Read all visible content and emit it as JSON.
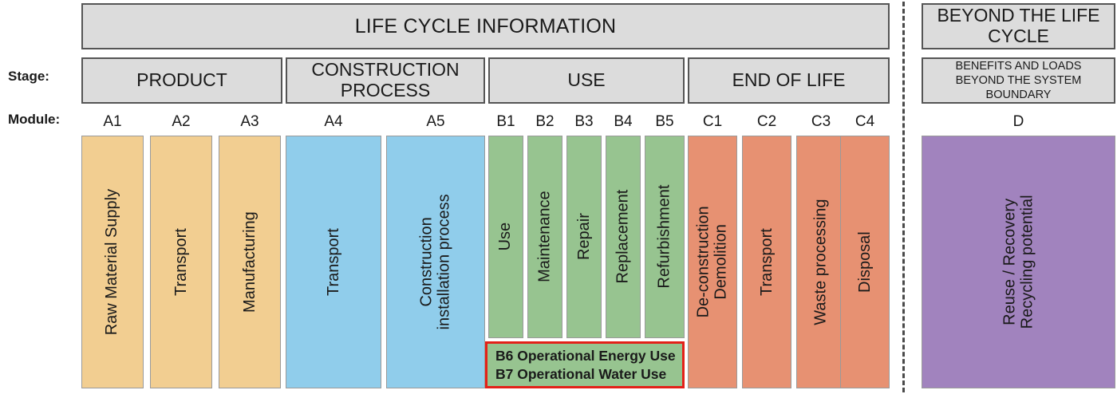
{
  "row_labels": {
    "stage": "Stage:",
    "module": "Module:"
  },
  "banners": {
    "life_cycle_information": "LIFE CYCLE INFORMATION",
    "beyond_the_life_cycle": "BEYOND THE LIFE CYCLE",
    "beyond_subtitle": "BENEFITS AND LOADS BEYOND THE SYSTEM BOUNDARY"
  },
  "stages": [
    {
      "id": "product",
      "label": "PRODUCT"
    },
    {
      "id": "construction-process",
      "label": "CONSTRUCTION PROCESS"
    },
    {
      "id": "use",
      "label": "USE"
    },
    {
      "id": "end-of-life",
      "label": "END OF LIFE"
    }
  ],
  "modules": [
    {
      "code": "A1",
      "label": "Raw Material Supply",
      "group": "product",
      "color": "#f2ce91"
    },
    {
      "code": "A2",
      "label": "Transport",
      "group": "product",
      "color": "#f2ce91"
    },
    {
      "code": "A3",
      "label": "Manufacturing",
      "group": "product",
      "color": "#f2ce91"
    },
    {
      "code": "A4",
      "label": "Transport",
      "group": "construction-process",
      "color": "#90cdeb"
    },
    {
      "code": "A5",
      "label": "Construction\ninstallation process",
      "group": "construction-process",
      "color": "#90cdeb"
    },
    {
      "code": "B1",
      "label": "Use",
      "group": "use",
      "color": "#97c490"
    },
    {
      "code": "B2",
      "label": "Maintenance",
      "group": "use",
      "color": "#97c490"
    },
    {
      "code": "B3",
      "label": "Repair",
      "group": "use",
      "color": "#97c490"
    },
    {
      "code": "B4",
      "label": "Replacement",
      "group": "use",
      "color": "#97c490"
    },
    {
      "code": "B5",
      "label": "Refurbishment",
      "group": "use",
      "color": "#97c490"
    },
    {
      "code": "C1",
      "label": "De-construction\nDemolition",
      "group": "end-of-life",
      "color": "#e79172"
    },
    {
      "code": "C2",
      "label": "Transport",
      "group": "end-of-life",
      "color": "#e79172"
    },
    {
      "code": "C3",
      "label": "Waste processing",
      "group": "end-of-life",
      "color": "#e79172"
    },
    {
      "code": "C4",
      "label": "Disposal",
      "group": "end-of-life",
      "color": "#e79172"
    },
    {
      "code": "D",
      "label": "Reuse / Recovery\nRecycling potential",
      "group": "beyond",
      "color": "#a183be"
    }
  ],
  "operational_box": {
    "line1": "B6 Operational Energy Use",
    "line2": "B7 Operational Water Use",
    "border_color": "#e32119",
    "fill_color": "#97c490"
  },
  "colors": {
    "product": "#f2ce91",
    "construction": "#90cdeb",
    "use": "#97c490",
    "end_of_life": "#e79172",
    "beyond": "#a183be",
    "header_fill": "#dcdcdc",
    "header_stroke": "#555555",
    "divider": "#4a4a4a"
  }
}
